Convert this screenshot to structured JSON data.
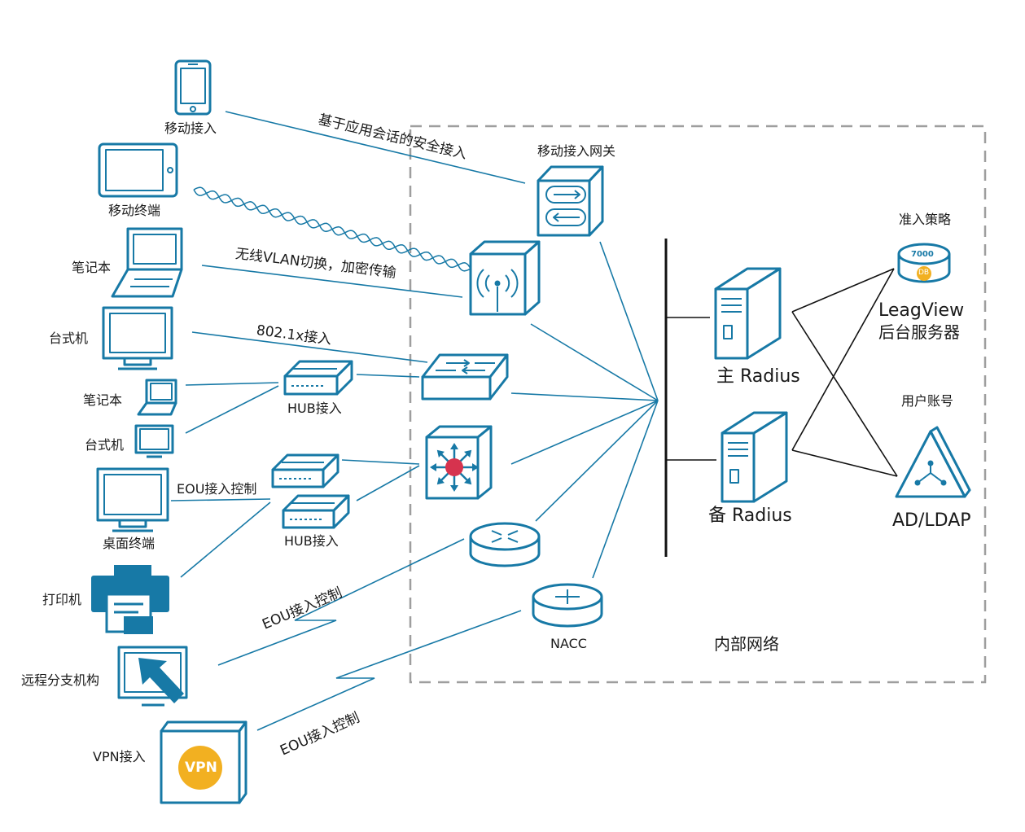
{
  "labels": {
    "mobile_access": "移动接入",
    "mobile_terminal": "移动终端",
    "laptop1": "笔记本",
    "desktop1": "台式机",
    "laptop2": "笔记本",
    "desktop2": "台式机",
    "desktop_terminal": "桌面终端",
    "printer": "打印机",
    "remote_branch": "远程分支机构",
    "vpn_access": "VPN接入",
    "vpn_badge": "VPN",
    "hub1": "HUB接入",
    "hub2": "HUB接入",
    "eou_ctrl_h": "EOU接入控制",
    "mobile_gateway": "移动接入网关",
    "nacc": "NACC",
    "internal_network": "内部网络",
    "main_radius": "主 Radius",
    "backup_radius": "备 Radius",
    "access_policy": "准入策略",
    "db_number": "7000",
    "db_badge": "DB",
    "leagview_line1": "LeagView",
    "leagview_line2": "后台服务器",
    "user_account": "用户账号",
    "ad_ldap": "AD/LDAP"
  },
  "link_labels": {
    "app_session": "基于应用会话的安全接入",
    "wireless": "无线VLAN切换，加密传输",
    "dot1x": "802.1x接入",
    "eou1": "EOU接入控制",
    "eou2": "EOU接入控制"
  },
  "colors": {
    "device_blue": "#1779a6",
    "line_blue": "#1779a6",
    "frame_gray": "#9e9e9e",
    "hub_red": "#d6334e",
    "vpn_yellow": "#f2b021",
    "text": "#1a1a1a"
  }
}
